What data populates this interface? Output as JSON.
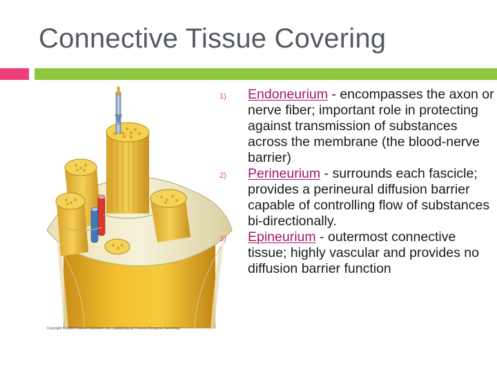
{
  "slide": {
    "title": "Connective Tissue Covering"
  },
  "figure": {
    "caption": "Copyright © 2009 Pearson Education, Inc., publishing as Pearson Benjamin Cummings"
  },
  "items": [
    {
      "number": "1)",
      "term": "Endoneurium",
      "text": " - encompasses the axon or nerve fiber; important role in protecting against transmission of substances across the membrane (the blood-nerve barrier)"
    },
    {
      "number": "2)",
      "term": "Perineurium",
      "text": " - surrounds each fascicle; provides a perineural diffusion barrier capable of controlling flow of substances bi-directionally."
    },
    {
      "number": "3)",
      "term": "Epineurium",
      "text": " - outermost connective tissue; highly vascular and provides no diffusion barrier function"
    }
  ],
  "colors": {
    "accent_pink": "#ef3f7b",
    "accent_green": "#8dc63f",
    "term": "#a3186b",
    "title": "#555a60"
  }
}
